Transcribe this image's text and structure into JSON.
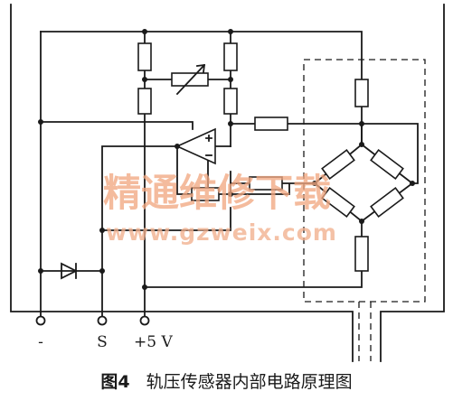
{
  "terminals": {
    "minus": "-",
    "signal": "S",
    "supply": "+5 V"
  },
  "watermark": {
    "cn": "精通维修下载",
    "url": "www.gzweix.com"
  },
  "caption": {
    "figure": "图4",
    "title": "轨压传感器内部电路原理图"
  }
}
